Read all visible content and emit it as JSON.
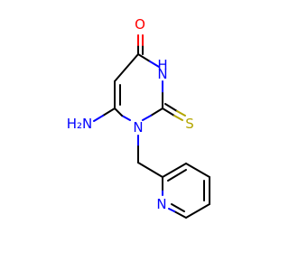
{
  "molecule": {
    "atom_colors": {
      "carbon": "#000000",
      "nitrogen": "#0000ff",
      "oxygen": "#ff0000",
      "sulfur": "#b3a600"
    },
    "labels": {
      "oxygen": "O",
      "ring_nh": "H",
      "ring_nh_n": "N",
      "amine": "H₂N",
      "ring_n1": "N",
      "sulfur": "S",
      "pyridine_n": "N"
    }
  }
}
